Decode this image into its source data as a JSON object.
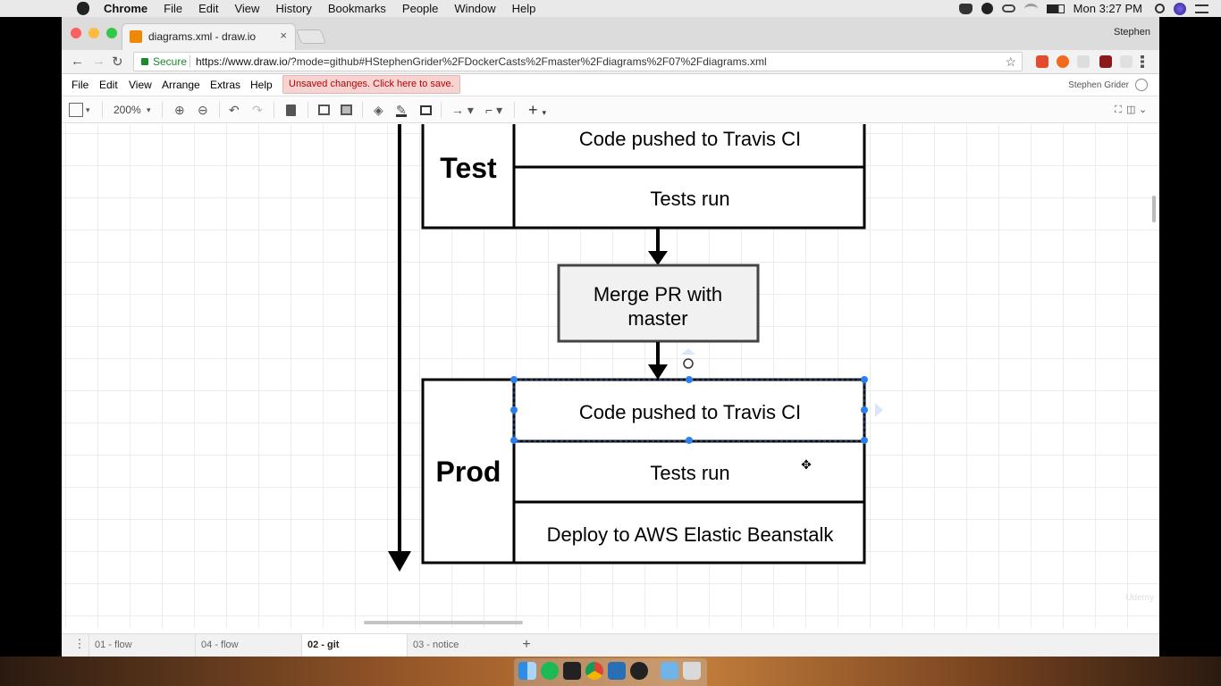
{
  "mac_menubar": {
    "items": [
      "Chrome",
      "File",
      "Edit",
      "View",
      "History",
      "Bookmarks",
      "People",
      "Window",
      "Help"
    ],
    "clock": "Mon 3:27 PM",
    "icons": [
      "docker-icon",
      "obs-icon",
      "glasses-icon",
      "wifi-icon",
      "battery-icon",
      "search-icon",
      "siri-icon",
      "list-icon"
    ]
  },
  "browser": {
    "tab_title": "diagrams.xml - draw.io",
    "tab_close": "×",
    "profile_name": "Stephen",
    "secure_label": "Secure",
    "url_host": "https://www.draw.io",
    "url_rest": "/?mode=github#HStephenGrider%2FDockerCasts%2Fmaster%2Fdiagrams%2F07%2Fdiagrams.xml"
  },
  "drawio": {
    "menu": [
      "File",
      "Edit",
      "View",
      "Arrange",
      "Extras",
      "Help"
    ],
    "unsaved_notice": "Unsaved changes. Click here to save.",
    "user": "Stephen Grider",
    "zoom": "200%"
  },
  "diagram": {
    "test_label": "Test",
    "test_rows": [
      "Code pushed to Travis CI",
      "Tests run"
    ],
    "merge_label_line1": "Merge PR with",
    "merge_label_line2": "master",
    "prod_label": "Prod",
    "prod_rows": [
      "Code pushed to Travis CI",
      "Tests run",
      "Deploy to AWS Elastic Beanstalk"
    ]
  },
  "page_tabs": [
    "01 - flow",
    "04 - flow",
    "02 - git",
    "03 - notice"
  ],
  "active_page": "02 - git",
  "watermark": "Udemy"
}
